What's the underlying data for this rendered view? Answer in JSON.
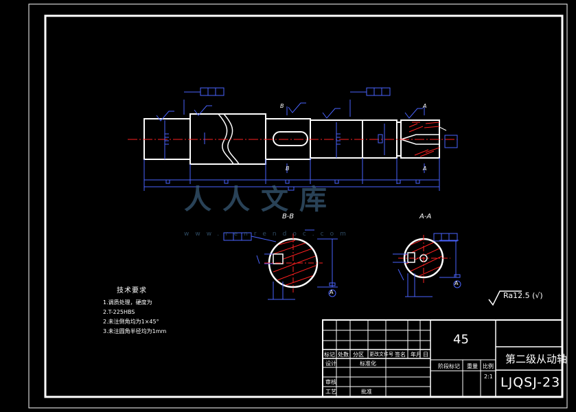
{
  "drawing": {
    "section_labels": {
      "bb": "B-B",
      "aa": "A-A"
    },
    "callouts": {
      "b": "B",
      "a": "A"
    }
  },
  "tech_notes": {
    "title": "技术要求",
    "items": [
      "1.调质处理，硬度为",
      "2.T-225HBS",
      "2.未注倒角均为1×45°",
      "3.未注圆角半径均为1mm"
    ]
  },
  "roughness": "Ra12.5 (√)",
  "watermark": {
    "text": "人人文库",
    "url": "www.renrendoc.com"
  },
  "title_block": {
    "material": "45",
    "part_name": "第二级从动轴",
    "drawing_code": "LJQSJ-23",
    "header_row": [
      "标记",
      "处数",
      "分区",
      "更改文件号",
      "签名",
      "年",
      "月",
      "日"
    ],
    "left_labels": [
      "设计",
      "审核",
      "工艺"
    ],
    "std_label": "标准化",
    "approve_label": "批准",
    "stage_label": "阶段标记",
    "weight_label": "重量",
    "scale_label": "比例",
    "scale_value": "2:1"
  },
  "colors": {
    "background": "#000000",
    "border": "#ffffff",
    "center_line": "#ff2020",
    "dimension": "#4a64ff",
    "hatch": "#ff2020"
  }
}
